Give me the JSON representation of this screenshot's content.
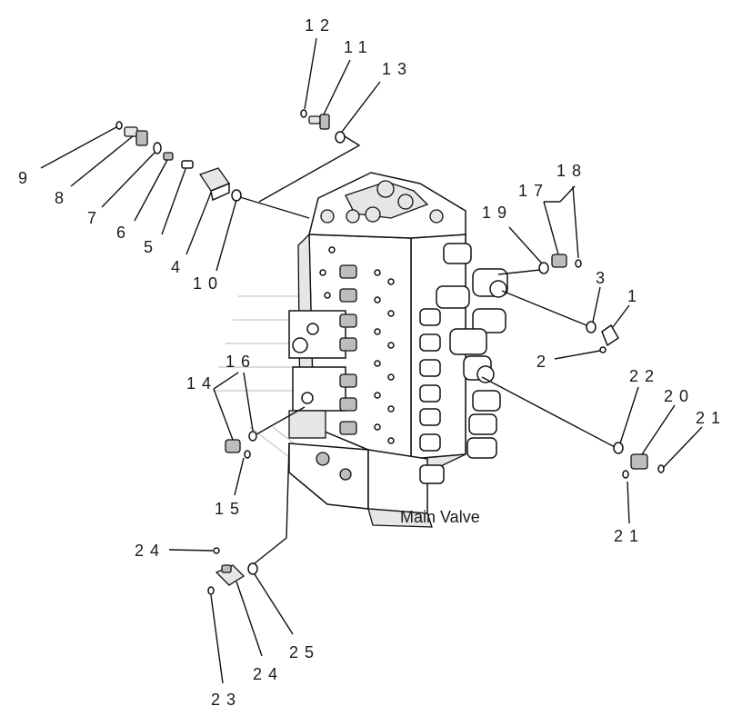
{
  "diagram": {
    "title": "Main Valve",
    "callouts": [
      {
        "id": "c1",
        "text": "1"
      },
      {
        "id": "c2",
        "text": "2"
      },
      {
        "id": "c3",
        "text": "3"
      },
      {
        "id": "c4",
        "text": "4"
      },
      {
        "id": "c5",
        "text": "5"
      },
      {
        "id": "c6",
        "text": "6"
      },
      {
        "id": "c7",
        "text": "7"
      },
      {
        "id": "c8",
        "text": "8"
      },
      {
        "id": "c9",
        "text": "9"
      },
      {
        "id": "c10",
        "text": "10"
      },
      {
        "id": "c11",
        "text": "11"
      },
      {
        "id": "c12",
        "text": "12"
      },
      {
        "id": "c13",
        "text": "13"
      },
      {
        "id": "c14",
        "text": "14"
      },
      {
        "id": "c15",
        "text": "15"
      },
      {
        "id": "c16",
        "text": "16"
      },
      {
        "id": "c17",
        "text": "17"
      },
      {
        "id": "c18",
        "text": "18"
      },
      {
        "id": "c19",
        "text": "19"
      },
      {
        "id": "c20",
        "text": "20"
      },
      {
        "id": "c21a",
        "text": "21"
      },
      {
        "id": "c21b",
        "text": "21"
      },
      {
        "id": "c22",
        "text": "22"
      },
      {
        "id": "c23",
        "text": "23"
      },
      {
        "id": "c24a",
        "text": "24"
      },
      {
        "id": "c24b",
        "text": "24"
      },
      {
        "id": "c25",
        "text": "25"
      }
    ]
  }
}
